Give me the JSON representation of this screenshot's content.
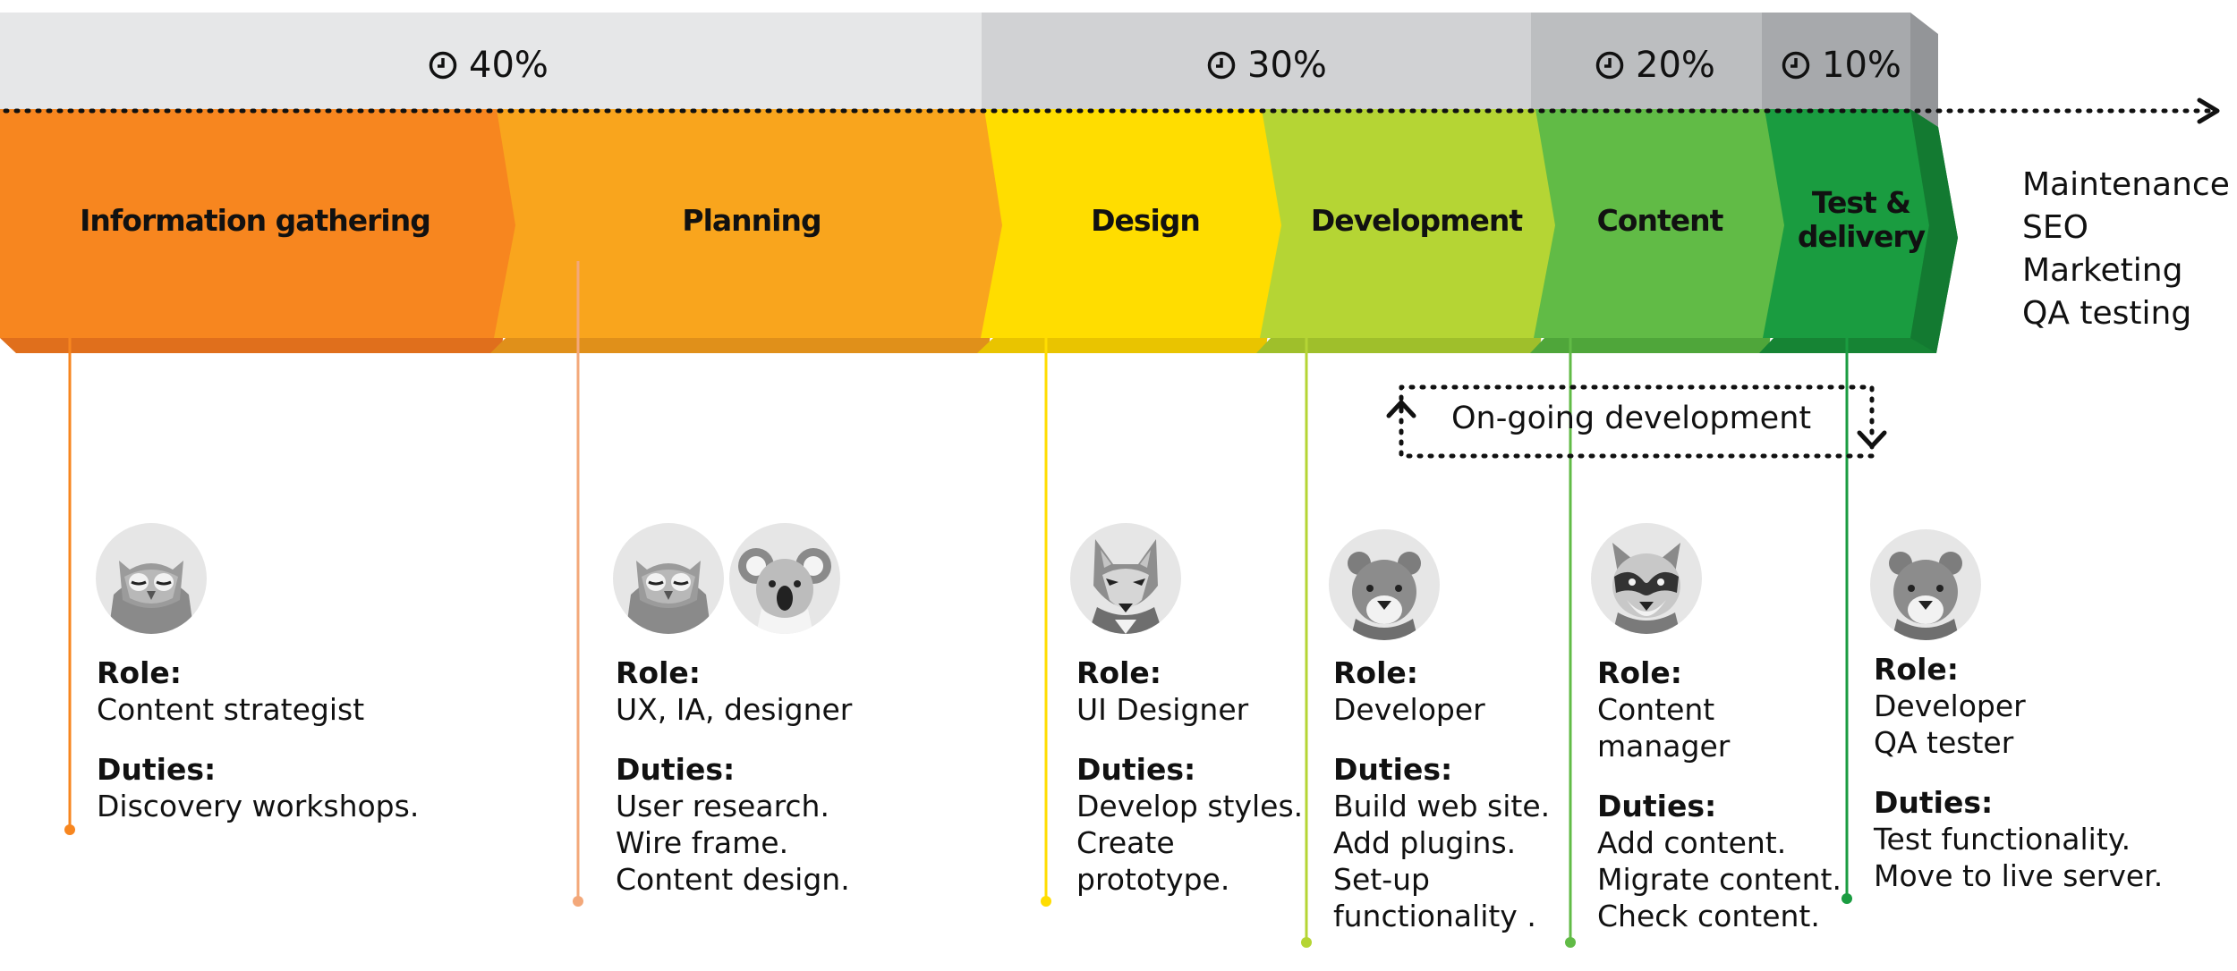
{
  "percentages": [
    {
      "label": "40%"
    },
    {
      "label": "30%"
    },
    {
      "label": "20%"
    },
    {
      "label": "10%"
    }
  ],
  "phases": [
    {
      "name": "Information gathering",
      "color": "#f7861f"
    },
    {
      "name": "Planning",
      "color": "#f9a51d"
    },
    {
      "name": "Design",
      "color": "#ffdd00"
    },
    {
      "name": "Development",
      "color": "#b5d534"
    },
    {
      "name": "Content",
      "color": "#61bb46"
    },
    {
      "name": "Test & delivery",
      "line1": "Test &",
      "line2": "delivery",
      "color": "#1a9c40"
    }
  ],
  "after_timeline": [
    "Maintenance",
    "SEO",
    "Marketing",
    "QA testing"
  ],
  "ongoing_label": "On-going development",
  "role_heading": "Role:",
  "duties_heading": "Duties:",
  "columns": [
    {
      "avatars": [
        "owl-icon"
      ],
      "role": [
        "Content strategist"
      ],
      "duties": [
        "Discovery workshops."
      ]
    },
    {
      "avatars": [
        "owl-icon",
        "koala-icon"
      ],
      "role": [
        "UX, IA, designer"
      ],
      "duties": [
        "User research.",
        "Wire frame.",
        "Content design."
      ]
    },
    {
      "avatars": [
        "wolf-icon"
      ],
      "role": [
        "UI Designer"
      ],
      "duties": [
        "Develop styles.",
        "Create",
        "prototype."
      ]
    },
    {
      "avatars": [
        "bear-icon"
      ],
      "role": [
        "Developer"
      ],
      "duties": [
        "Build web site.",
        "Add plugins.",
        "Set-up",
        "functionality ."
      ]
    },
    {
      "avatars": [
        "raccoon-icon"
      ],
      "role": [
        "Content",
        "manager"
      ],
      "duties": [
        "Add content.",
        "Migrate content.",
        "Check content."
      ]
    },
    {
      "avatars": [
        "bear-icon"
      ],
      "role": [
        "Developer",
        "QA tester"
      ],
      "duties": [
        "Test functionality.",
        "Move to live server."
      ]
    }
  ]
}
